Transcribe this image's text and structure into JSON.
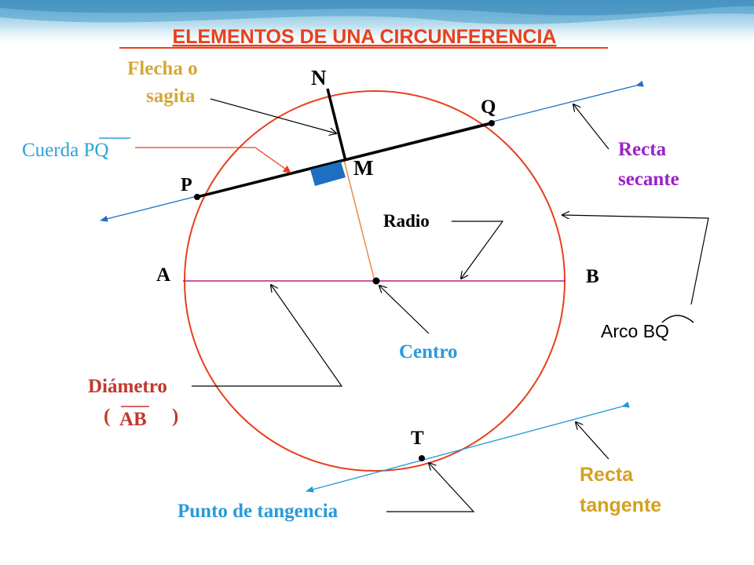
{
  "title": "ELEMENTOS DE UNA CIRCUNFERENCIA",
  "labels": {
    "flecha_line1": "Flecha o",
    "flecha_line2": "sagita",
    "cuerda_prefix": "Cuerda ",
    "cuerda_pq": "PQ",
    "point_N": "N",
    "point_Q": "Q",
    "point_P": "P",
    "point_M": "M",
    "point_A": "A",
    "point_B": "B",
    "point_T": "T",
    "recta_secante_line1": "Recta",
    "recta_secante_line2": "secante",
    "radio": "Radio",
    "arco_prefix": "Arco ",
    "arco_bq": "BQ",
    "centro": "Centro",
    "diametro": "Diámetro",
    "paren_open": "(",
    "diametro_ab": "AB",
    "paren_close": ")",
    "recta_tangente_line1": "Recta",
    "recta_tangente_line2": "tangente",
    "punto_tangencia": "Punto de tangencia"
  },
  "colors": {
    "title": "#e8401c",
    "circle": "#e8401c",
    "diameter": "#b0208a",
    "radius": "#f0883c",
    "secant": "#1f6fc0",
    "tangent": "#1f9ad6",
    "flecha_text": "#d4a838",
    "cuerda_text": "#2aa4d8",
    "secante_text": "#9b22c8",
    "tangente_text": "#d4a020",
    "punto_tangencia_text": "#2a9ad8",
    "centro_text": "#2a9ad8",
    "diametro_text": "#c0392b",
    "right_angle": "#1f6fc0"
  }
}
